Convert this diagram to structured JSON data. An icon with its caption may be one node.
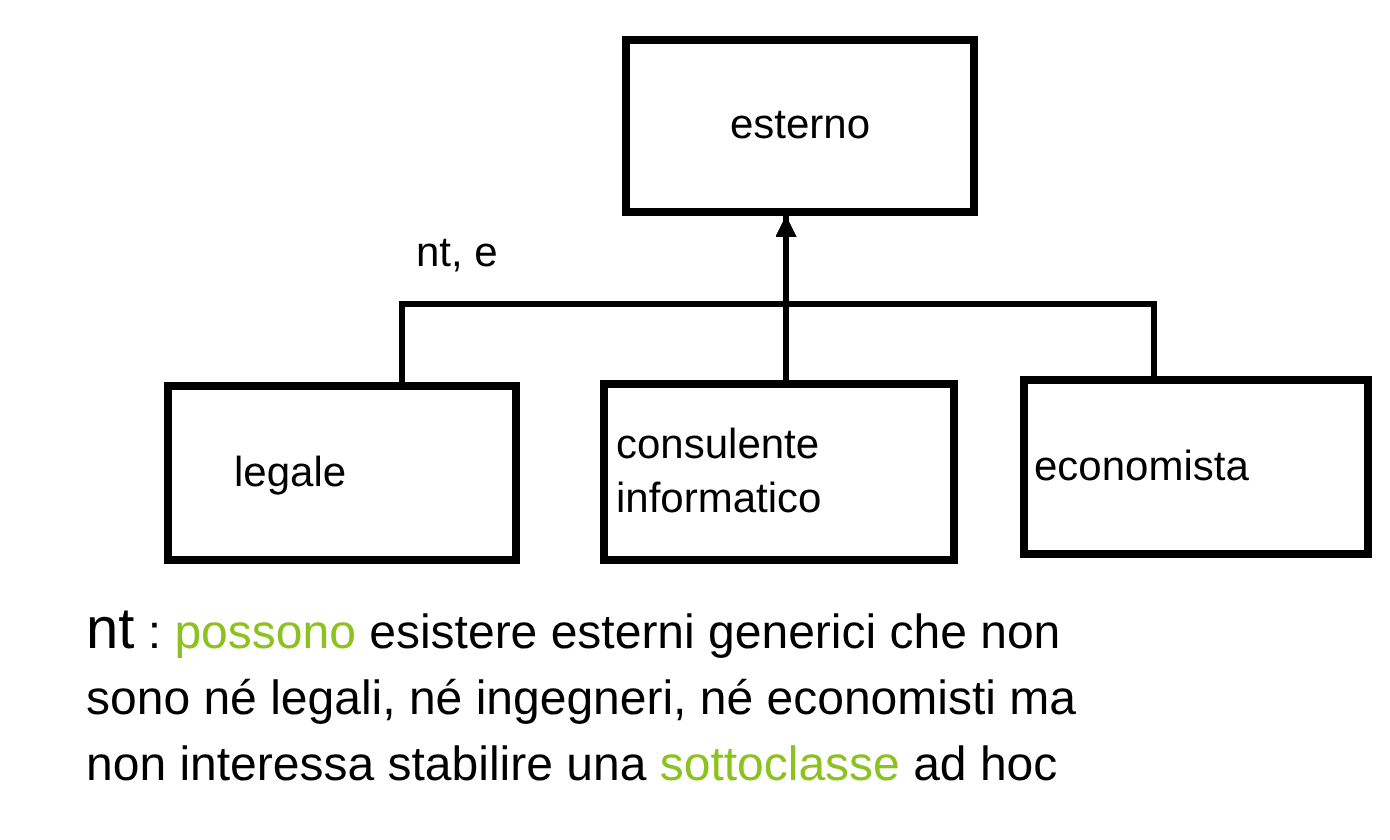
{
  "diagram": {
    "nodes": [
      {
        "text": [
          "esterno"
        ]
      },
      {
        "text": [
          "legale"
        ]
      },
      {
        "text": [
          "consulente informatico"
        ]
      },
      {
        "text": [
          "economista"
        ]
      }
    ],
    "edges": [
      {
        "from": 1,
        "to": 0,
        "arrow": "to"
      },
      {
        "from": 2,
        "to": 0,
        "arrow": "to"
      },
      {
        "from": 3,
        "to": 0,
        "arrow": "to"
      }
    ],
    "labels": [
      "nt, e",
      "nt : **possono** esistere esterni generici che non sono né legali, né ingegneri, né economisti ma non interessa stabilire una **sottoclasse** ad hoc"
    ]
  }
}
